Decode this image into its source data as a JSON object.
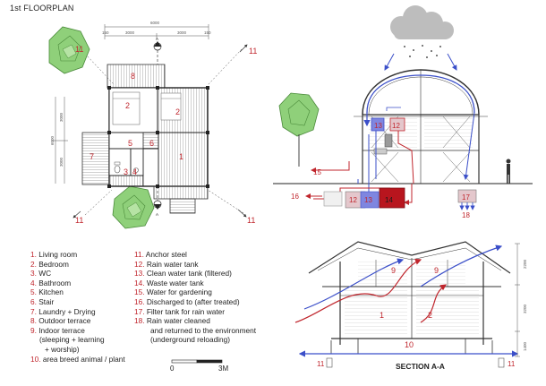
{
  "title": "1st FLOORPLAN",
  "section_title": "SECTION A-A",
  "plan_dimensions": {
    "total": "6000",
    "left_half": "3000",
    "right_half": "3000",
    "edge_left": "150",
    "edge_right": "150",
    "vertical_total": "6000",
    "vertical_top": "3000",
    "vertical_bottom": "3000"
  },
  "section_dimensions": [
    "2200",
    "3200",
    "1400"
  ],
  "section_markers": [
    "A",
    "A"
  ],
  "legend_left": [
    {
      "num": "1.",
      "text": "Living room"
    },
    {
      "num": "2.",
      "text": "Bedroom"
    },
    {
      "num": "3.",
      "text": "WC"
    },
    {
      "num": "4.",
      "text": "Bathroom"
    },
    {
      "num": "5.",
      "text": "Kitchen"
    },
    {
      "num": "6.",
      "text": "Stair"
    },
    {
      "num": "7.",
      "text": "Laundry + Drying"
    },
    {
      "num": "8.",
      "text": "Outdoor terrace"
    },
    {
      "num": "9.",
      "text": "Indoor terrace"
    },
    {
      "num": "",
      "text": "(sleeping + learning"
    },
    {
      "num": "",
      "text": "+ worship)"
    },
    {
      "num": "10.",
      "text": "area breed animal / plant"
    }
  ],
  "legend_right": [
    {
      "num": "11.",
      "text": "Anchor steel"
    },
    {
      "num": "12.",
      "text": "Rain water tank"
    },
    {
      "num": "13.",
      "text": "Clean water tank (filtered)"
    },
    {
      "num": "14.",
      "text": "Waste water tank"
    },
    {
      "num": "15.",
      "text": "Water for gardening"
    },
    {
      "num": "16.",
      "text": "Discharged to (after treated)"
    },
    {
      "num": "17.",
      "text": "Filter tank for rain water"
    },
    {
      "num": "18.",
      "text": "Rain water cleaned"
    },
    {
      "num": "",
      "text": "and returned to the environment"
    },
    {
      "num": "",
      "text": "(underground reloading)"
    }
  ],
  "scale_bar": {
    "start": "0",
    "end": "3M"
  },
  "plan_labels": {
    "living": "1",
    "bed_a": "2",
    "bed_b": "2",
    "wc": "3",
    "bath": "4",
    "kitchen": "5",
    "stair": "6",
    "laundry": "7",
    "terrace": "8",
    "anchor": "11"
  },
  "water_labels": {
    "rain": "12",
    "clean": "13",
    "waste": "14",
    "garden": "15",
    "discharge": "16",
    "filter": "17",
    "returned": "18"
  },
  "section_labels": {
    "living": "1",
    "bed": "2",
    "indoor_a": "9",
    "indoor_b": "9",
    "breed": "10",
    "anchor": "11"
  },
  "colors": {
    "label_red": "#c0262d",
    "blue_flow": "#3b4fc9",
    "red_flow": "#c0262d",
    "waste_tank": "#b8151e",
    "clean_tank": "#7f86e0",
    "tree_green": "#8fd07a",
    "cloud": "#bdbdbd"
  }
}
